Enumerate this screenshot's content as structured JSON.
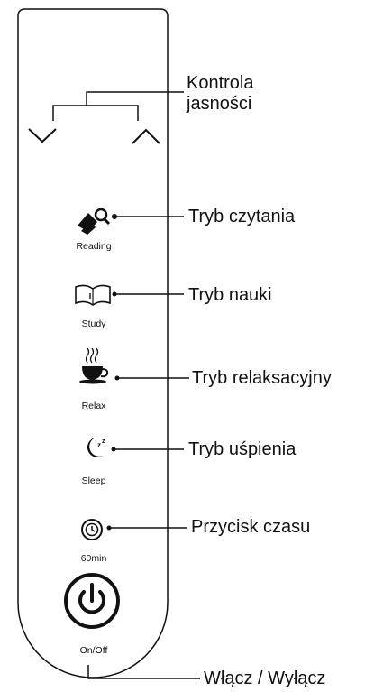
{
  "panel": {
    "buttons": [
      {
        "label": "Reading",
        "icon": "reading-glass-icon"
      },
      {
        "label": "Study",
        "icon": "open-book-icon"
      },
      {
        "label": "Relax",
        "icon": "coffee-cup-icon"
      },
      {
        "label": "Sleep",
        "icon": "moon-sleep-icon"
      },
      {
        "label": "60min",
        "icon": "timer-clock-icon"
      },
      {
        "label": "On/Off",
        "icon": "power-icon"
      }
    ],
    "brightness_icons": [
      "chevron-down-icon",
      "chevron-up-icon"
    ]
  },
  "callouts": {
    "brightness": [
      "Kontrola",
      "jasności"
    ],
    "reading": "Tryb czytania",
    "study": "Tryb nauki",
    "relax": "Tryb relaksacyjny",
    "sleep": "Tryb uśpienia",
    "timer": "Przycisk czasu",
    "power": "Włącz / Wyłącz"
  },
  "colors": {
    "line": "#111111",
    "panel_fill": "#ffffff"
  }
}
